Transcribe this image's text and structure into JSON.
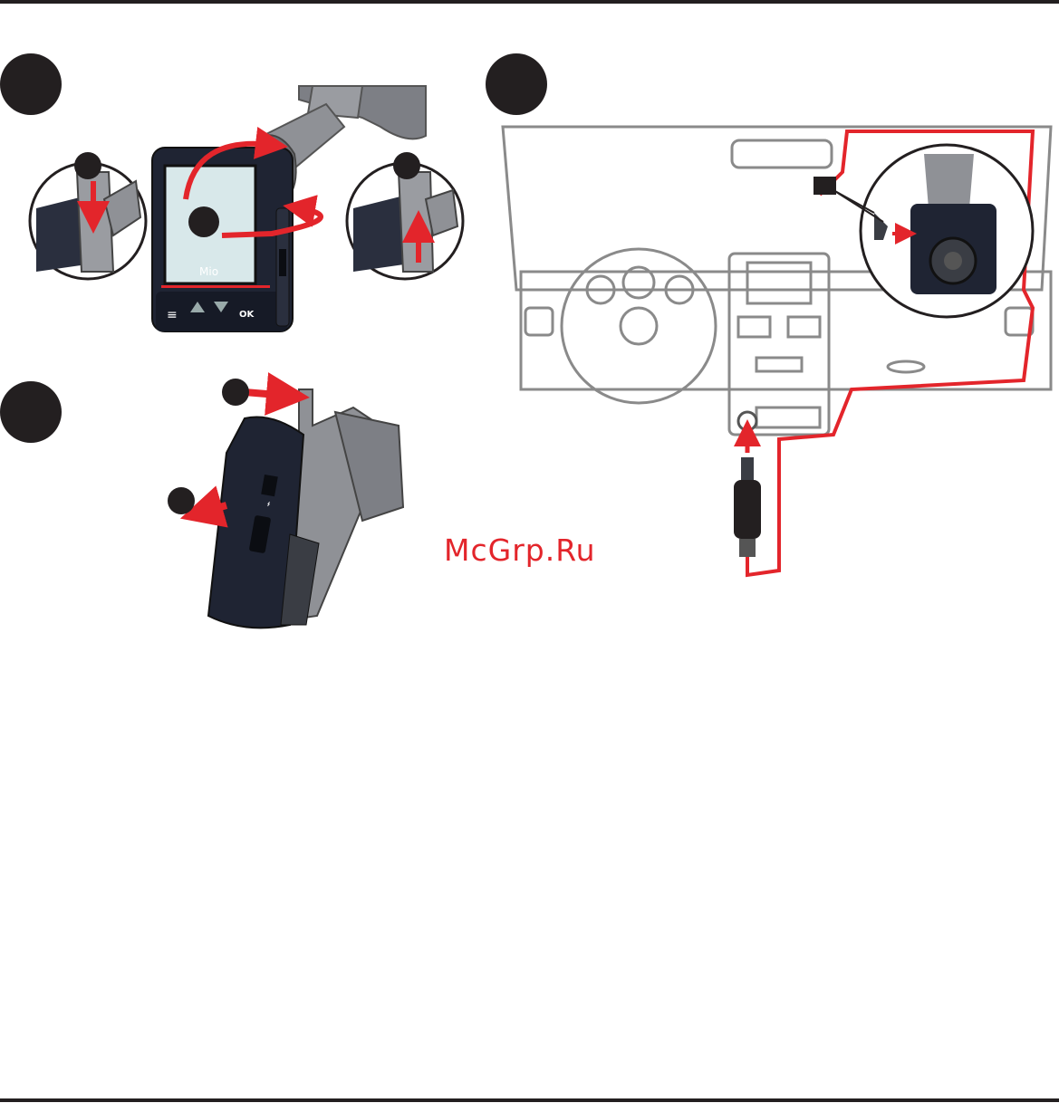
{
  "watermark": {
    "text": "McGrp.Ru",
    "color": "#e3252b"
  },
  "device": {
    "brand": "Mio",
    "button_ok": "OK",
    "button_menu": "≡"
  },
  "colors": {
    "arrow": "#e3252b",
    "device_body": "#1f2433",
    "cable": "#e3252b",
    "step_bullet": "#231f20",
    "dashboard_line": "#8a8a8a"
  },
  "icons": [
    "step-bullet-icon",
    "rotate-arrow-icon",
    "push-arrow-icon",
    "usb-icon",
    "car-charger-icon"
  ]
}
